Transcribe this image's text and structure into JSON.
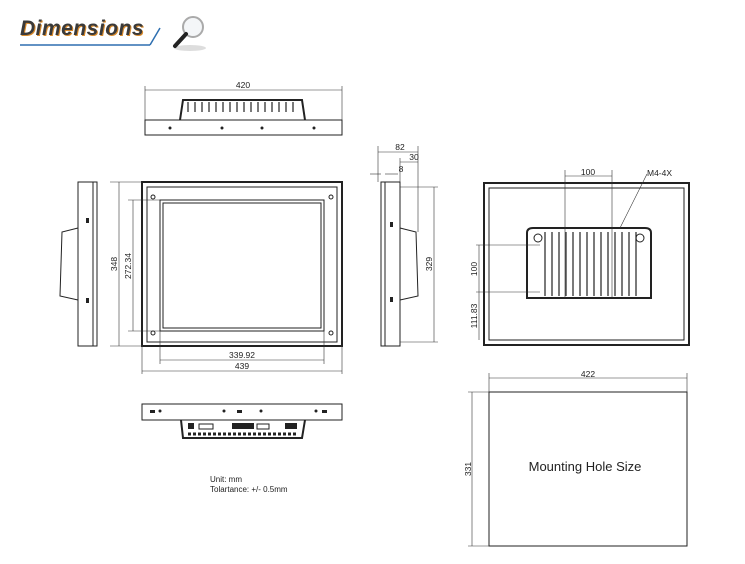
{
  "header": {
    "title": "Dimensions",
    "icon": "magnifier-icon",
    "underline_color": "#2e6fb0"
  },
  "top_view": {
    "width_label": "420"
  },
  "front_view": {
    "height_label": "348",
    "screen_height_label": "272.34",
    "screen_width_label": "339.92",
    "width_label": "439"
  },
  "side_view": {
    "depth_label": "82",
    "bracket_label": "30",
    "bezel_label": "8",
    "height_label": "329"
  },
  "back_view": {
    "vesa_h_label": "100",
    "screw_label": "M4-4X",
    "vesa_v_label": "100",
    "offset_label": "111.83"
  },
  "notes": {
    "unit": "Unit: mm",
    "tolerance": "Tolartance:  +/-  0.5mm"
  },
  "cutout": {
    "width_label": "422",
    "height_label": "331",
    "caption": "Mounting Hole Size"
  }
}
